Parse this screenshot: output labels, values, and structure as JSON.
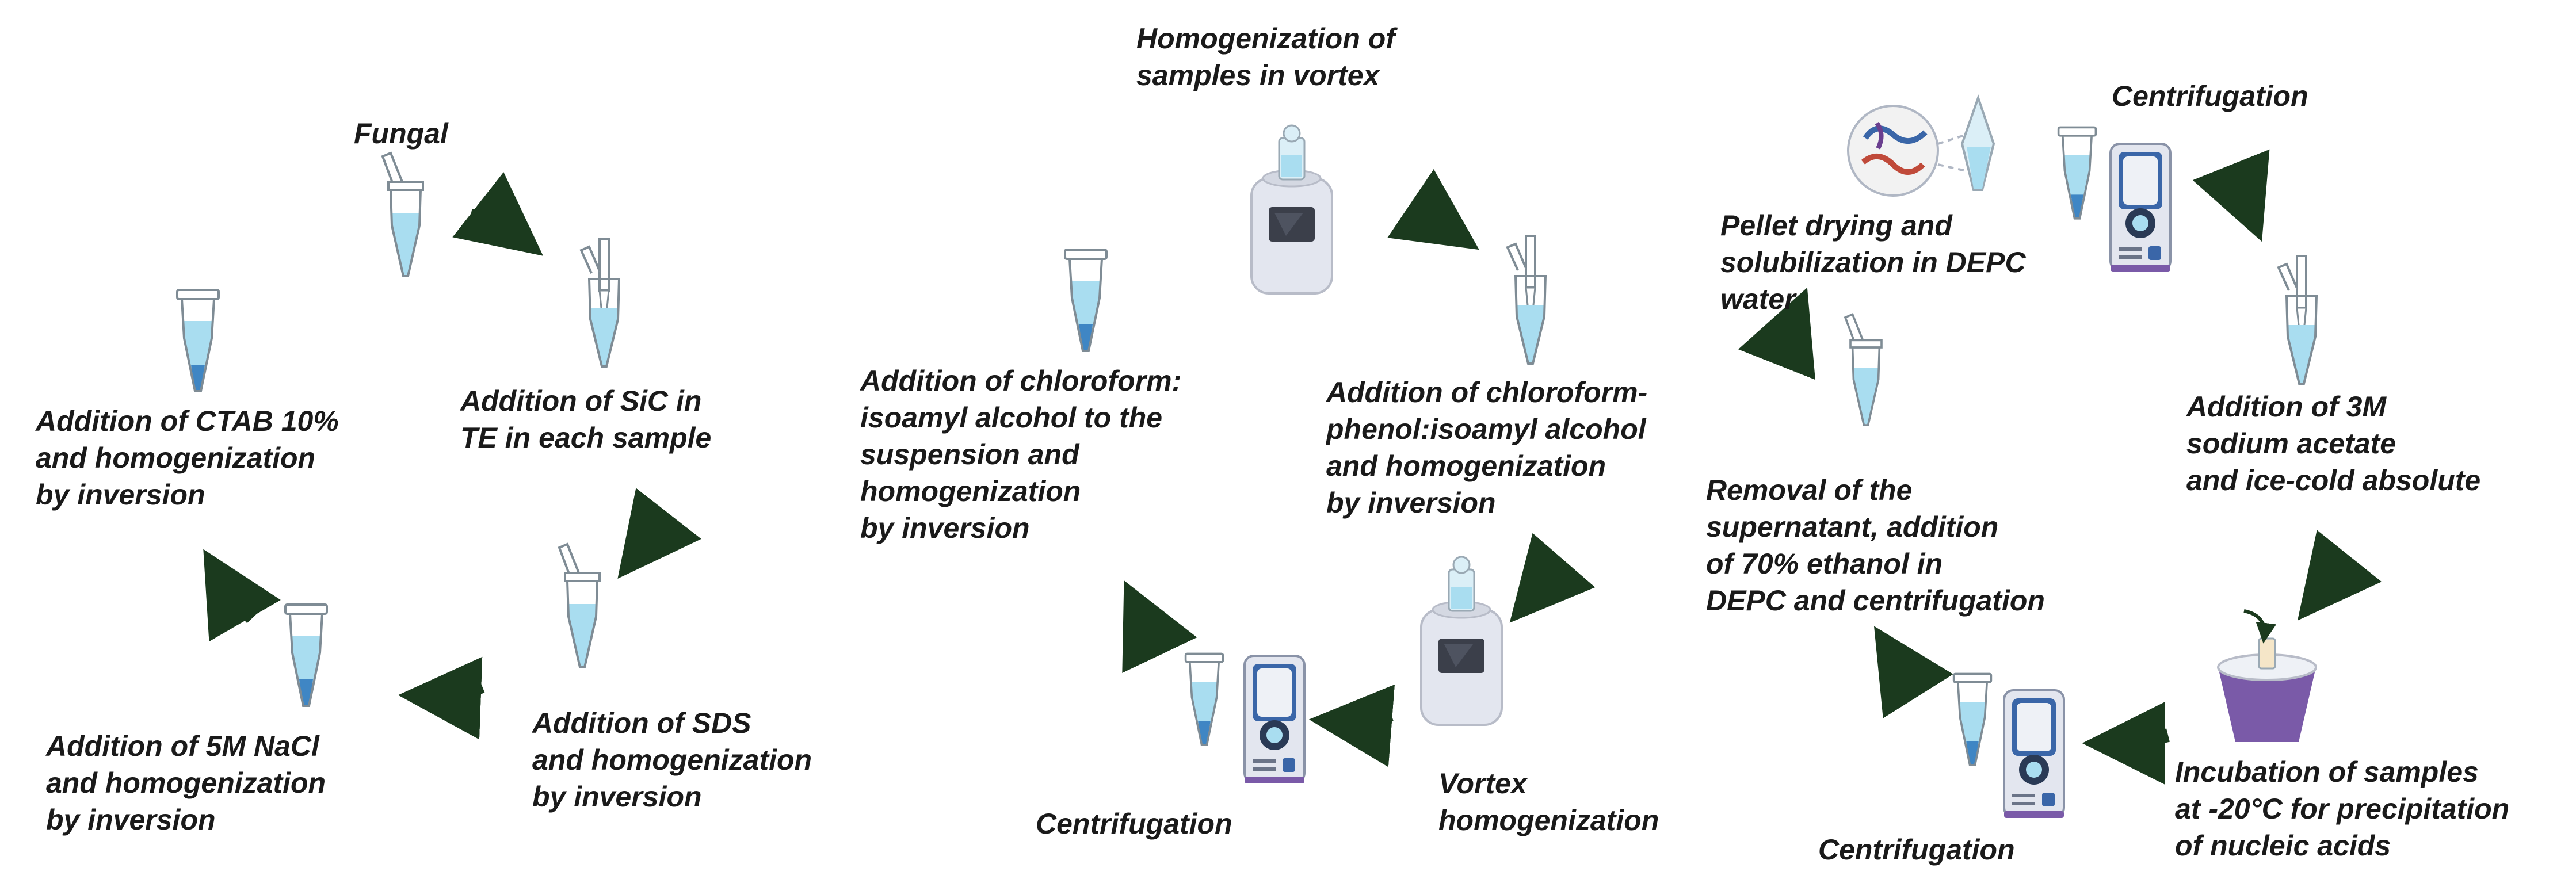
{
  "colors": {
    "arrow": "#1b3a1e",
    "liquid": "#a9ddf0",
    "liquid_dark": "#3f86c4",
    "tube_outline": "#7f8c95",
    "device_body": "#e3e6ef",
    "device_accent": "#3a66a8",
    "ice_bucket": "#7a5aa8"
  },
  "diagram": {
    "panel1": {
      "labels": {
        "fungal": "Fungal",
        "sic": "Addition of SiC in\nTE in each sample",
        "sds": "Addition of SDS\nand homogenization\nby inversion",
        "nacl": "Addition of 5M NaCl\nand homogenization\nby inversion",
        "ctab": "Addition of CTAB 10%\nand homogenization\nby inversion"
      }
    },
    "panel2": {
      "labels": {
        "vortex_top": "Homogenization of\nsamples in vortex",
        "chloroform_phenol": "Addition of chloroform-\nphenol:isoamyl alcohol\nand homogenization\nby inversion",
        "vortex_bottom": "Vortex\nhomogenization",
        "centrifugation": "Centrifugation",
        "chloroform_isoamyl": "Addition of chloroform:\nisoamyl alcohol to the\nsuspension and\nhomogenization\nby inversion"
      }
    },
    "panel3": {
      "labels": {
        "centrifugation_top": "Centrifugation",
        "sodium_acetate": "Addition of 3M\nsodium acetate\nand ice-cold absolute",
        "incubation": "Incubation of samples\nat -20°C for precipitation\nof nucleic acids",
        "centrifugation_bottom": "Centrifugation",
        "removal": "Removal of the\nsupernatant, addition\nof 70% ethanol in\nDEPC and centrifugation",
        "pellet": "Pellet drying and\nsolubilization in DEPC\nwater"
      }
    }
  }
}
